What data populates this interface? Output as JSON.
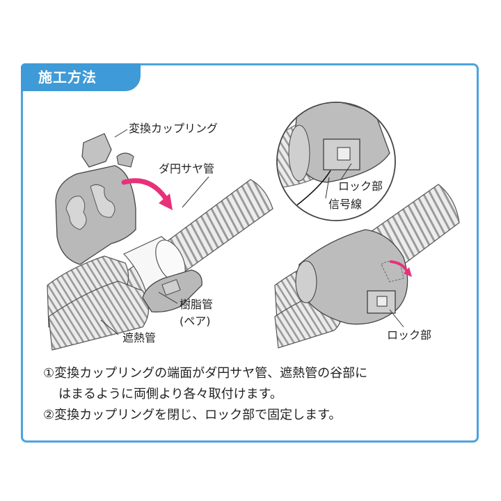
{
  "header": {
    "title": "施工方法"
  },
  "labels": {
    "coupling": "変換カップリング",
    "oval_pipe": "ダ円サヤ管",
    "resin_pipe": "樹脂管",
    "pair": "(ペア)",
    "insulation": "遮熱管",
    "lock_top": "ロック部",
    "signal_wire": "信号線",
    "lock_bottom": "ロック部"
  },
  "steps": [
    {
      "line1": "①変換カップリングの端面がダ円サヤ管、遮熱管の谷部に",
      "line2": "はまるように両側より各々取付けます。"
    },
    {
      "line1": "②変換カップリングを閉じ、ロック部で固定します。"
    }
  ],
  "colors": {
    "accent": "#3f9ad8",
    "arrow": "#e8317a",
    "pipe_fill": "#e6e6e6",
    "coupling_fill": "#b9b9b9"
  }
}
